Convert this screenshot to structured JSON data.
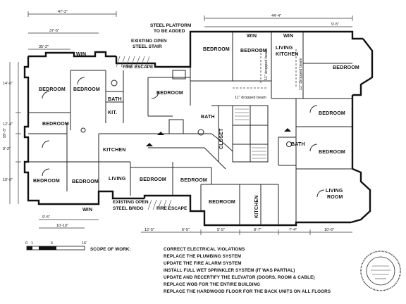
{
  "notes": {
    "steel_platform": [
      "STEEL PLATFORM",
      "TO BE ADDED"
    ],
    "existing_open_stair": [
      "EXISTING OPEN",
      "STEEL STAIR"
    ],
    "existing_open_bridge": [
      "EXISTING OPEN",
      "STEEL BRIDG"
    ],
    "fire_escape_top": "FIRE ESCAPE",
    "fire_escape_bottom": "FIRE ESCAPE",
    "dropped_beam_1": "11\" dropped beam",
    "dropped_beam_2": "11\" dropped beam",
    "dropped_beam_3": "11\" Dropped beam"
  },
  "rooms": {
    "bedroom_1": "BEDROOM",
    "bedroom_2": "BEDROOM",
    "bedroom_3": "BEDROOM",
    "bedroom_4": "BEDROOM",
    "bedroom_5": "BEDROOM",
    "bedroom_6": "BEDROOM",
    "bedroom_7": "BEDROOM",
    "bedroom_8": "BEDROOM",
    "bedroom_9": "BEDROOM",
    "bedroom_10": "BEDROOM",
    "bedroom_11": "BEDROOM",
    "bedroom_12": "BEDROOM",
    "bedroom_13": "BEDROOM",
    "bedroom_14": "BEDROOM",
    "bath_1": "BATH",
    "bath_2": "BATH",
    "bath_3": "BATH",
    "kit_1": "KIT.",
    "kitchen_1": "KITCHEN",
    "kitchen_2": "KITCHEN",
    "living_kitchen": [
      "LIVING",
      "KITCHEN"
    ],
    "living_1": "LIVING",
    "living_room": [
      "LIVING",
      "ROOM"
    ],
    "closet": "CLOSET"
  },
  "win_labels": [
    "WIN",
    "WIN",
    "WIN",
    "WIN"
  ],
  "dimensions": {
    "top_1": "47'-2\"",
    "top_2": "37'-5\"",
    "top_3": "35'-2\"",
    "top_right": "44'-4\"",
    "top_right_2": "9'-5\"",
    "left_1": "14'-6\"",
    "left_2": "12'-4\"",
    "left_3": "9'-2\"",
    "left_4": "10'-5\"",
    "left_total": "59'-3\"",
    "bottom_1": "9'-5\"",
    "bottom_2": "10'-10\"",
    "bottom_3": "12'-5\"",
    "bottom_4": "6'-5\"",
    "bottom_5": "5'-5\"",
    "bottom_6": "8'-7\"",
    "bottom_7": "7'-4\"",
    "bottom_8": "10'-6\""
  },
  "scale_bar": {
    "label_0": "0",
    "label_1": "1",
    "label_6": "6",
    "label_16": "16'"
  },
  "scope_of_work": {
    "title": "SCOPE OF WORK:",
    "items": [
      "CORRECT ELECTRICAL VIOLATIONS",
      "REPLACE THE PLUMBING SYSTEM",
      "UPDATE THE FIRE ALARM SYSTEM",
      "INSTALL FULL WET SPRINKLER SYSTEM (IT WAS PARTIAL)",
      "UPDATE AND RECERTIFY THE ELEVATOR (DOORS, ROOM & CABLE)",
      "REPLACE WOB FOR THE ENTIRE BUILDING",
      "REPLACE THE HARDWOOD FLOOR FOR THE BACK UNITS ON ALL FLOORS"
    ]
  }
}
